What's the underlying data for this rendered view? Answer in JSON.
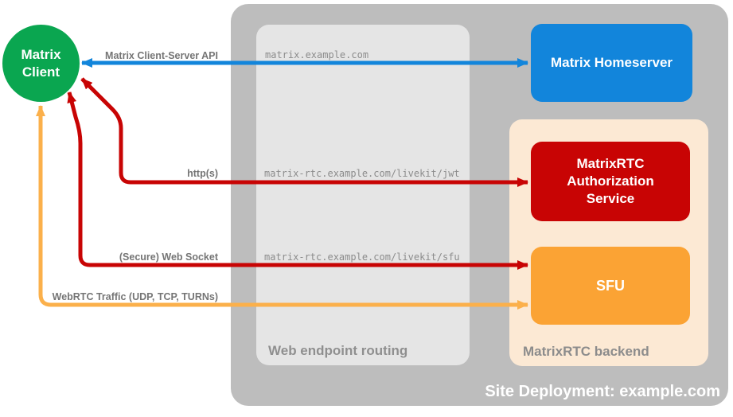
{
  "containers": {
    "site_deployment": {
      "label": "Site Deployment: example.com",
      "color": "#BDBDBD"
    },
    "web_endpoint_routing": {
      "label": "Web endpoint routing",
      "color": "#E5E5E5"
    },
    "matrixrtc_backend": {
      "label": "MatrixRTC backend",
      "color": "#FCE9D4"
    }
  },
  "nodes": {
    "matrix_client": {
      "label": "Matrix\nClient",
      "shape": "circle",
      "color": "#0AA650"
    },
    "matrix_homeserver": {
      "label": "Matrix Homeserver",
      "color": "#1285DB"
    },
    "matrixrtc_authorization_service": {
      "label": "MatrixRTC Authorization Service",
      "color": "#C80404"
    },
    "sfu": {
      "label": "SFU",
      "color": "#FBA334"
    }
  },
  "endpoints": [
    "matrix.example.com",
    "matrix-rtc.example.com/livekit/jwt",
    "matrix-rtc.example.com/livekit/sfu"
  ],
  "arrows": [
    {
      "label": "Matrix Client-Server API",
      "color": "#1285DB",
      "from": "Matrix Client",
      "to": "Matrix Homeserver",
      "bidirectional": true
    },
    {
      "label": "http(s)",
      "color": "#C80404",
      "from": "Matrix Client",
      "to": "MatrixRTC Authorization Service",
      "bidirectional": true
    },
    {
      "label": "(Secure) Web Socket",
      "color": "#C80404",
      "from": "Matrix Client",
      "to": "SFU",
      "bidirectional": true
    },
    {
      "label": "WebRTC Traffic (UDP, TCP, TURNs)",
      "color": "#FBB04B",
      "from": "Matrix Client",
      "to": "SFU",
      "bidirectional": true
    }
  ]
}
